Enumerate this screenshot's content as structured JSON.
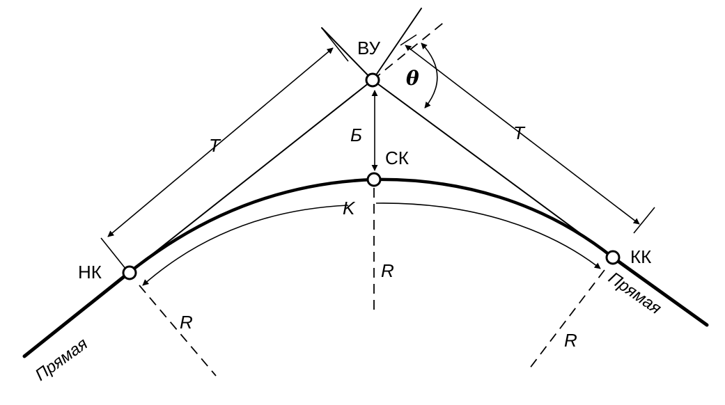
{
  "labels": {
    "vertex": "ВУ",
    "start": "НК",
    "middle": "СК",
    "end": "КК",
    "tangent_left": "T",
    "tangent_right": "T",
    "bisector": "Б",
    "curve_length": "K",
    "radius_left": "R",
    "radius_middle": "R",
    "radius_right": "R",
    "angle": "θ",
    "straight_left": "Прямая",
    "straight_right": "Прямая"
  }
}
